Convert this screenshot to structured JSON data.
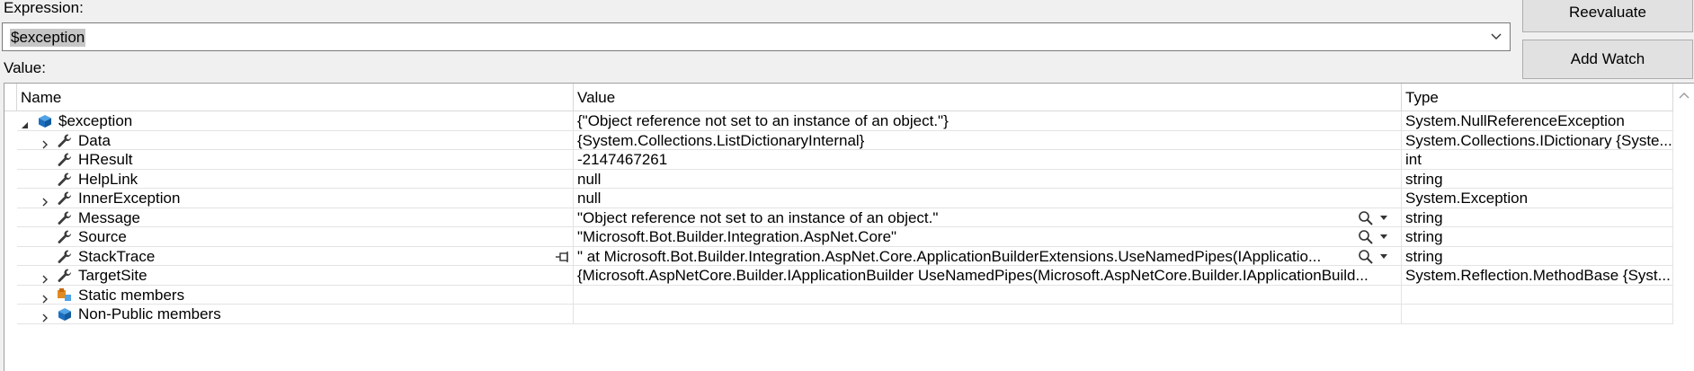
{
  "expression": {
    "label": "Expression:",
    "value": "$exception"
  },
  "value_label": "Value:",
  "buttons": {
    "reevaluate": "Reevaluate",
    "add_watch": "Add Watch"
  },
  "grid": {
    "columns": {
      "name": "Name",
      "value": "Value",
      "type": "Type"
    },
    "rows": [
      {
        "name": "$exception",
        "value": "{\"Object reference not set to an instance of an object.\"}",
        "type": "System.NullReferenceException",
        "icon": "object-icon",
        "expander": "expanded"
      },
      {
        "name": "Data",
        "value": "{System.Collections.ListDictionaryInternal}",
        "type": "System.Collections.IDictionary {Syste...",
        "icon": "wrench-icon",
        "expander": "collapsed"
      },
      {
        "name": "HResult",
        "value": "-2147467261",
        "type": "int",
        "icon": "wrench-icon",
        "expander": "none"
      },
      {
        "name": "HelpLink",
        "value": "null",
        "type": "string",
        "icon": "wrench-icon",
        "expander": "none"
      },
      {
        "name": "InnerException",
        "value": "null",
        "type": "System.Exception",
        "icon": "wrench-icon",
        "expander": "collapsed"
      },
      {
        "name": "Message",
        "value": "\"Object reference not set to an instance of an object.\"",
        "type": "string",
        "icon": "wrench-icon",
        "expander": "none",
        "visualizer": true
      },
      {
        "name": "Source",
        "value": "\"Microsoft.Bot.Builder.Integration.AspNet.Core\"",
        "type": "string",
        "icon": "wrench-icon",
        "expander": "none",
        "visualizer": true
      },
      {
        "name": "StackTrace",
        "value": "\"   at Microsoft.Bot.Builder.Integration.AspNet.Core.ApplicationBuilderExtensions.UseNamedPipes(IApplicatio...",
        "type": "string",
        "icon": "wrench-icon",
        "expander": "none",
        "visualizer": true,
        "pin": true
      },
      {
        "name": "TargetSite",
        "value": "{Microsoft.AspNetCore.Builder.IApplicationBuilder UseNamedPipes(Microsoft.AspNetCore.Builder.IApplicationBuild...",
        "type": "System.Reflection.MethodBase {Syst...",
        "icon": "wrench-icon",
        "expander": "collapsed"
      },
      {
        "name": "Static members",
        "value": "",
        "type": "",
        "icon": "static-members-icon",
        "expander": "collapsed"
      },
      {
        "name": "Non-Public members",
        "value": "",
        "type": "",
        "icon": "object-icon",
        "expander": "collapsed"
      }
    ]
  }
}
